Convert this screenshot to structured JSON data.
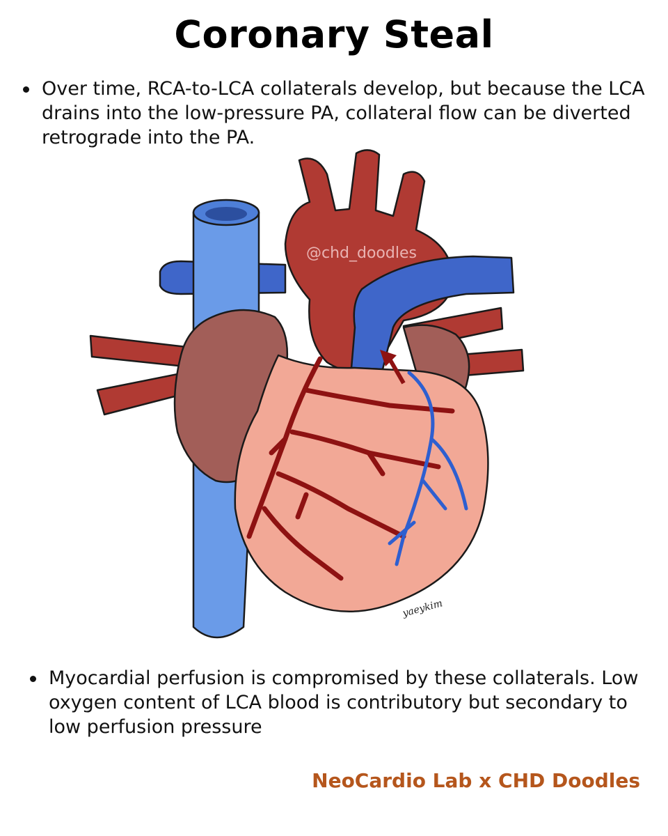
{
  "title": "Coronary Steal",
  "bullets_top": [
    "Over time, RCA-to-LCA collaterals develop, but because the LCA drains into the low-pressure PA, collateral flow can be diverted retrograde into the PA."
  ],
  "bullets_bottom": [
    "Myocardial perfusion is compromised by these collaterals. Low oxygen content of LCA blood is contributory but secondary to low perfusion pressure"
  ],
  "diagram": {
    "watermark": "@chd_doodles",
    "signature": "yaeykim",
    "colors": {
      "artery": "#b03a33",
      "vein": "#6a9be8",
      "pulmonary_artery": "#3f66c9",
      "atrium": "#a25e58",
      "ventricle": "#f2a896",
      "coronary_artery": "#8e1212",
      "coronary_vein": "#2e5fd0"
    }
  },
  "credit": "NeoCardio Lab x CHD Doodles"
}
